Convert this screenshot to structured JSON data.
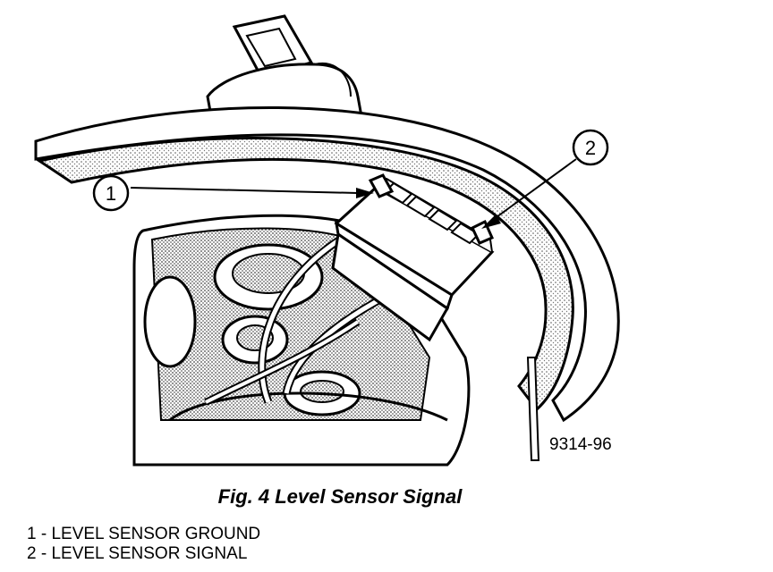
{
  "figure": {
    "caption": "Fig. 4 Level Sensor Signal",
    "figure_code": "9314-96",
    "callouts": [
      {
        "number": "1"
      },
      {
        "number": "2"
      }
    ],
    "legend": [
      "1 - LEVEL SENSOR GROUND",
      "2 - LEVEL SENSOR SIGNAL"
    ]
  },
  "colors": {
    "ink": "#000000",
    "background": "#ffffff",
    "stipple": "#9a9a9a"
  }
}
